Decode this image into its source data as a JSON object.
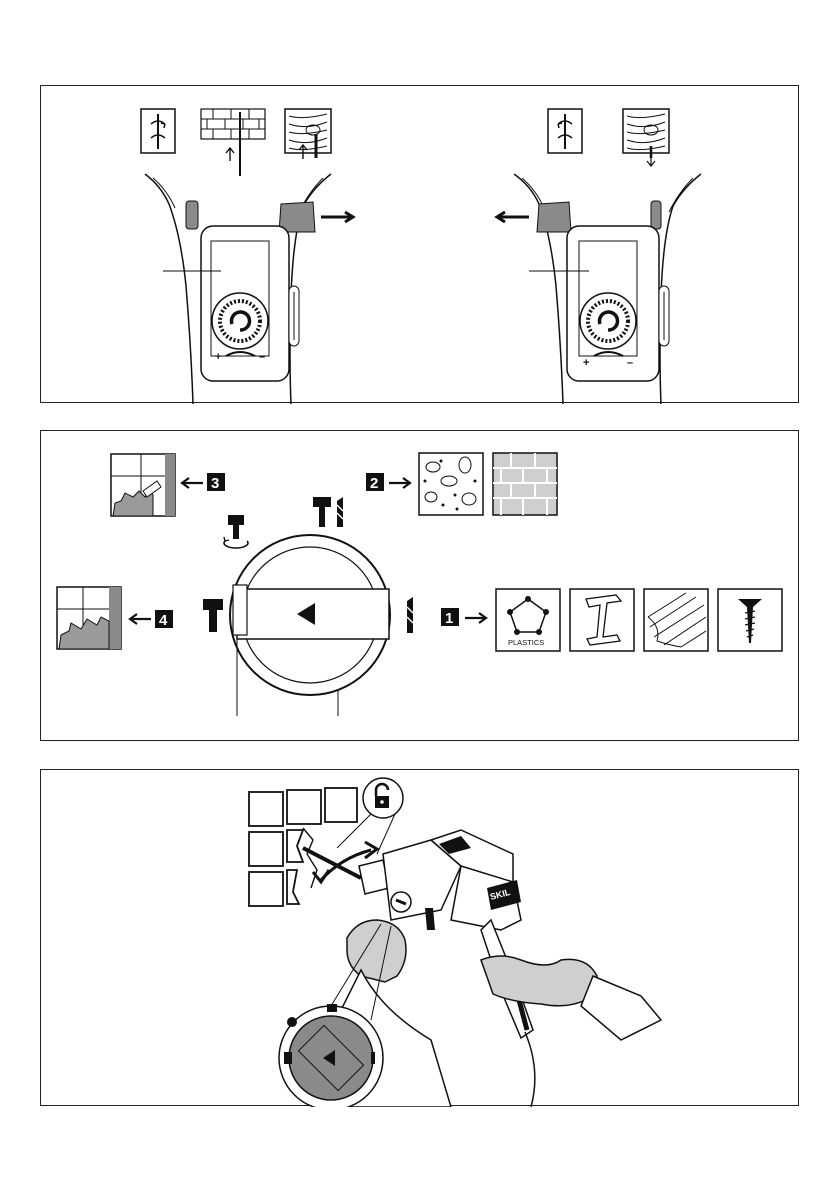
{
  "panel1": {
    "left_view": {
      "plus_label": "+",
      "minus_label": "–"
    },
    "right_view": {
      "plus_label": "+",
      "minus_label": "–"
    }
  },
  "panel2": {
    "modes": [
      {
        "number": "1",
        "icon": "drill-bit-icon"
      },
      {
        "number": "2",
        "icon": "hammer-drill-icon"
      },
      {
        "number": "3",
        "icon": "chisel-rotate-icon"
      },
      {
        "number": "4",
        "icon": "hammer-icon"
      }
    ],
    "plastics_label": "PLASTICS"
  },
  "panel3": {
    "lock_icon": "unlock-icon"
  },
  "colors": {
    "ink": "#111111",
    "grey": "#8a8a8a",
    "light_grey": "#cfcfcf"
  }
}
